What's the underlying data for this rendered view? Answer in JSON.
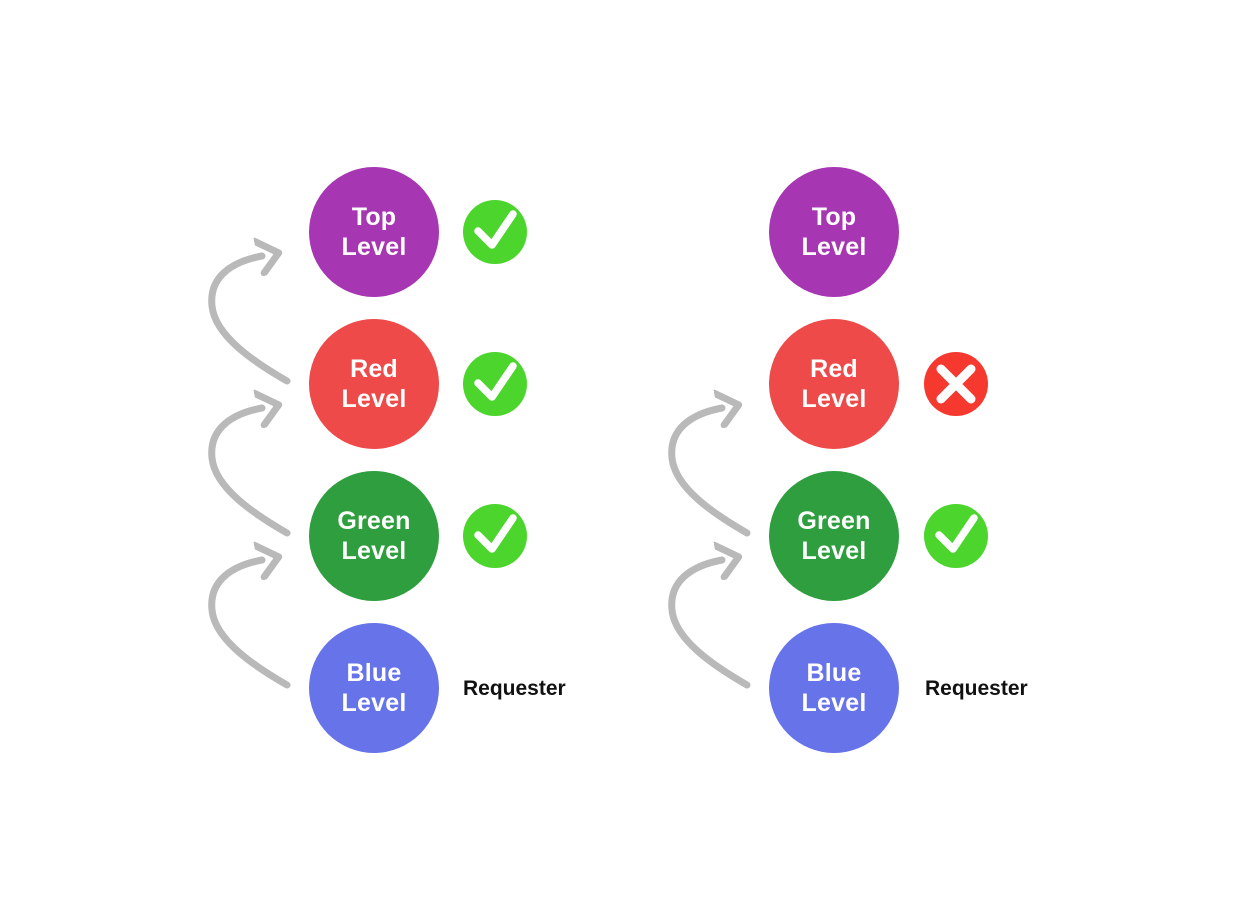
{
  "diagrams": [
    {
      "id": "left",
      "nodes": [
        {
          "label": "Top\nLevel",
          "color_key": "purple",
          "badge": "approved"
        },
        {
          "label": "Red\nLevel",
          "color_key": "red",
          "badge": "approved"
        },
        {
          "label": "Green\nLevel",
          "color_key": "green",
          "badge": "approved"
        },
        {
          "label": "Blue\nLevel",
          "color_key": "blue",
          "badge": "none",
          "annotation": "Requester"
        }
      ],
      "arrows": [
        {
          "from": "Blue Level",
          "to": "Green Level"
        },
        {
          "from": "Green Level",
          "to": "Red Level"
        },
        {
          "from": "Red Level",
          "to": "Top Level"
        }
      ]
    },
    {
      "id": "right",
      "nodes": [
        {
          "label": "Top\nLevel",
          "color_key": "purple",
          "badge": "none"
        },
        {
          "label": "Red\nLevel",
          "color_key": "red",
          "badge": "rejected"
        },
        {
          "label": "Green\nLevel",
          "color_key": "green",
          "badge": "approved"
        },
        {
          "label": "Blue\nLevel",
          "color_key": "blue",
          "badge": "none",
          "annotation": "Requester"
        }
      ],
      "arrows": [
        {
          "from": "Blue Level",
          "to": "Green Level"
        },
        {
          "from": "Green Level",
          "to": "Red Level"
        }
      ]
    }
  ],
  "colors": {
    "purple": "#a636b2",
    "red": "#ee4a4a",
    "green": "#2e9e3f",
    "blue": "#6673e9",
    "approved_badge": "#4bd52d",
    "rejected_badge": "#f6392f",
    "arrow": "#b9b9b9",
    "node_text": "#ffffff",
    "annotation_text": "#111111",
    "background": "#ffffff"
  }
}
